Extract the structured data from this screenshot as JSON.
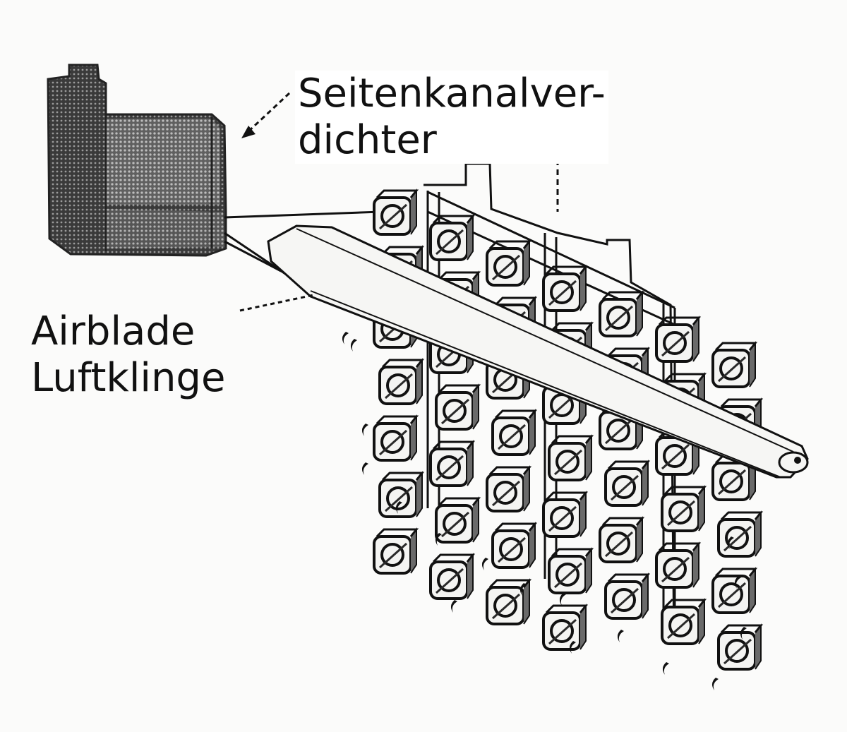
{
  "labels": {
    "compressor_line1": "Seitenkanalver-",
    "compressor_line2": "dichter",
    "airblade_line1": "Airblade",
    "airblade_line2": "Luftklinge"
  },
  "colors": {
    "ink": "#111111",
    "paper": "#fbfbfa",
    "shade_dark": "#2a2a2a",
    "shade_mid": "#6a6a6a",
    "bottle_fill": "#f4f4f2"
  },
  "icons": {
    "compressor": "side-channel-compressor-drawing",
    "air_knife": "air-knife-drawing",
    "bottles": "bottle-crate-drawing",
    "droplets": "water-droplet-marks"
  },
  "grid": {
    "columns": 7,
    "rows": 7
  }
}
